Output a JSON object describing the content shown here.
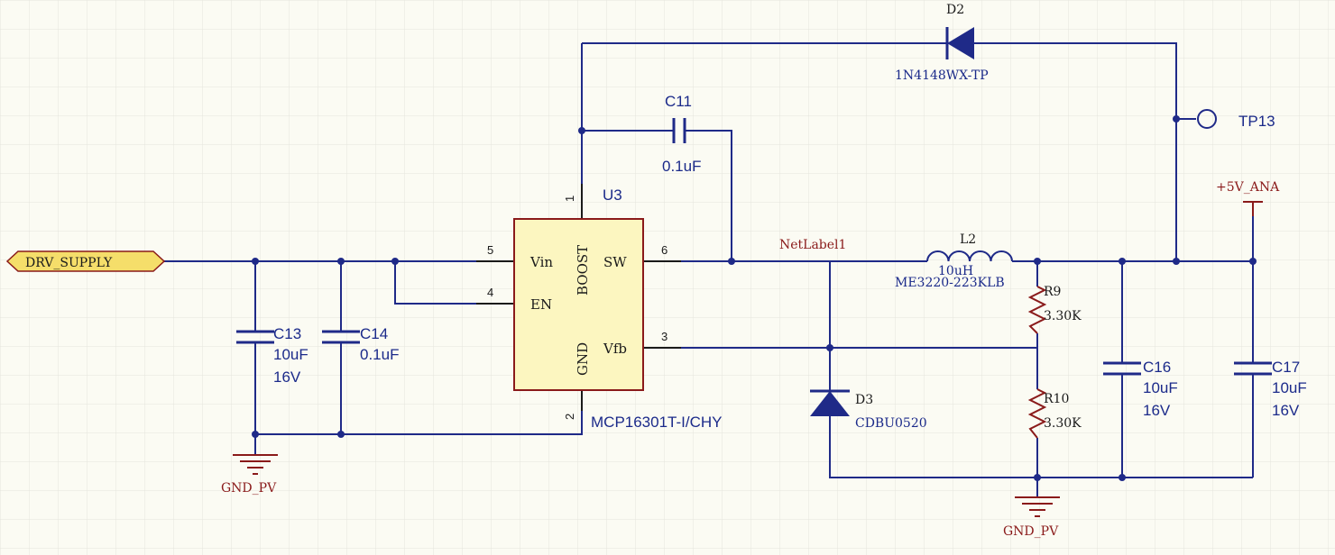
{
  "netlabels": {
    "drv_supply": "DRV_SUPPLY",
    "vout": "+5V_ANA",
    "netlabel1": "NetLabel1",
    "gnd_left": "GND_PV",
    "gnd_right": "GND_PV"
  },
  "u3": {
    "designator": "U3",
    "part": "MCP16301T-I/CHY",
    "pins": {
      "vin": "Vin",
      "en": "EN",
      "boost": "BOOST",
      "sw": "SW",
      "gnd": "GND",
      "vfb": "Vfb",
      "n1": "1",
      "n2": "2",
      "n3": "3",
      "n4": "4",
      "n5": "5",
      "n6": "6"
    }
  },
  "d2": {
    "designator": "D2",
    "value": "1N4148WX-TP"
  },
  "d3": {
    "designator": "D3",
    "value": "CDBU0520"
  },
  "c11": {
    "designator": "C11",
    "value": "0.1uF"
  },
  "c13": {
    "designator": "C13",
    "value": "10uF",
    "voltage": "16V"
  },
  "c14": {
    "designator": "C14",
    "value": "0.1uF"
  },
  "c16": {
    "designator": "C16",
    "value": "10uF",
    "voltage": "16V"
  },
  "c17": {
    "designator": "C17",
    "value": "10uF",
    "voltage": "16V"
  },
  "l2": {
    "designator": "L2",
    "value": "10uH",
    "part": "ME3220-223KLB"
  },
  "r9": {
    "designator": "R9",
    "value": "3.30K"
  },
  "r10": {
    "designator": "R10",
    "value": "3.30K"
  },
  "tp13": {
    "designator": "TP13"
  },
  "colors": {
    "wire": "#1f2a88",
    "component_body": "#fcf6c0",
    "component_outline": "#8a1a1a",
    "power_port": "#8a1a1a",
    "grid": "#e4e4dc"
  }
}
